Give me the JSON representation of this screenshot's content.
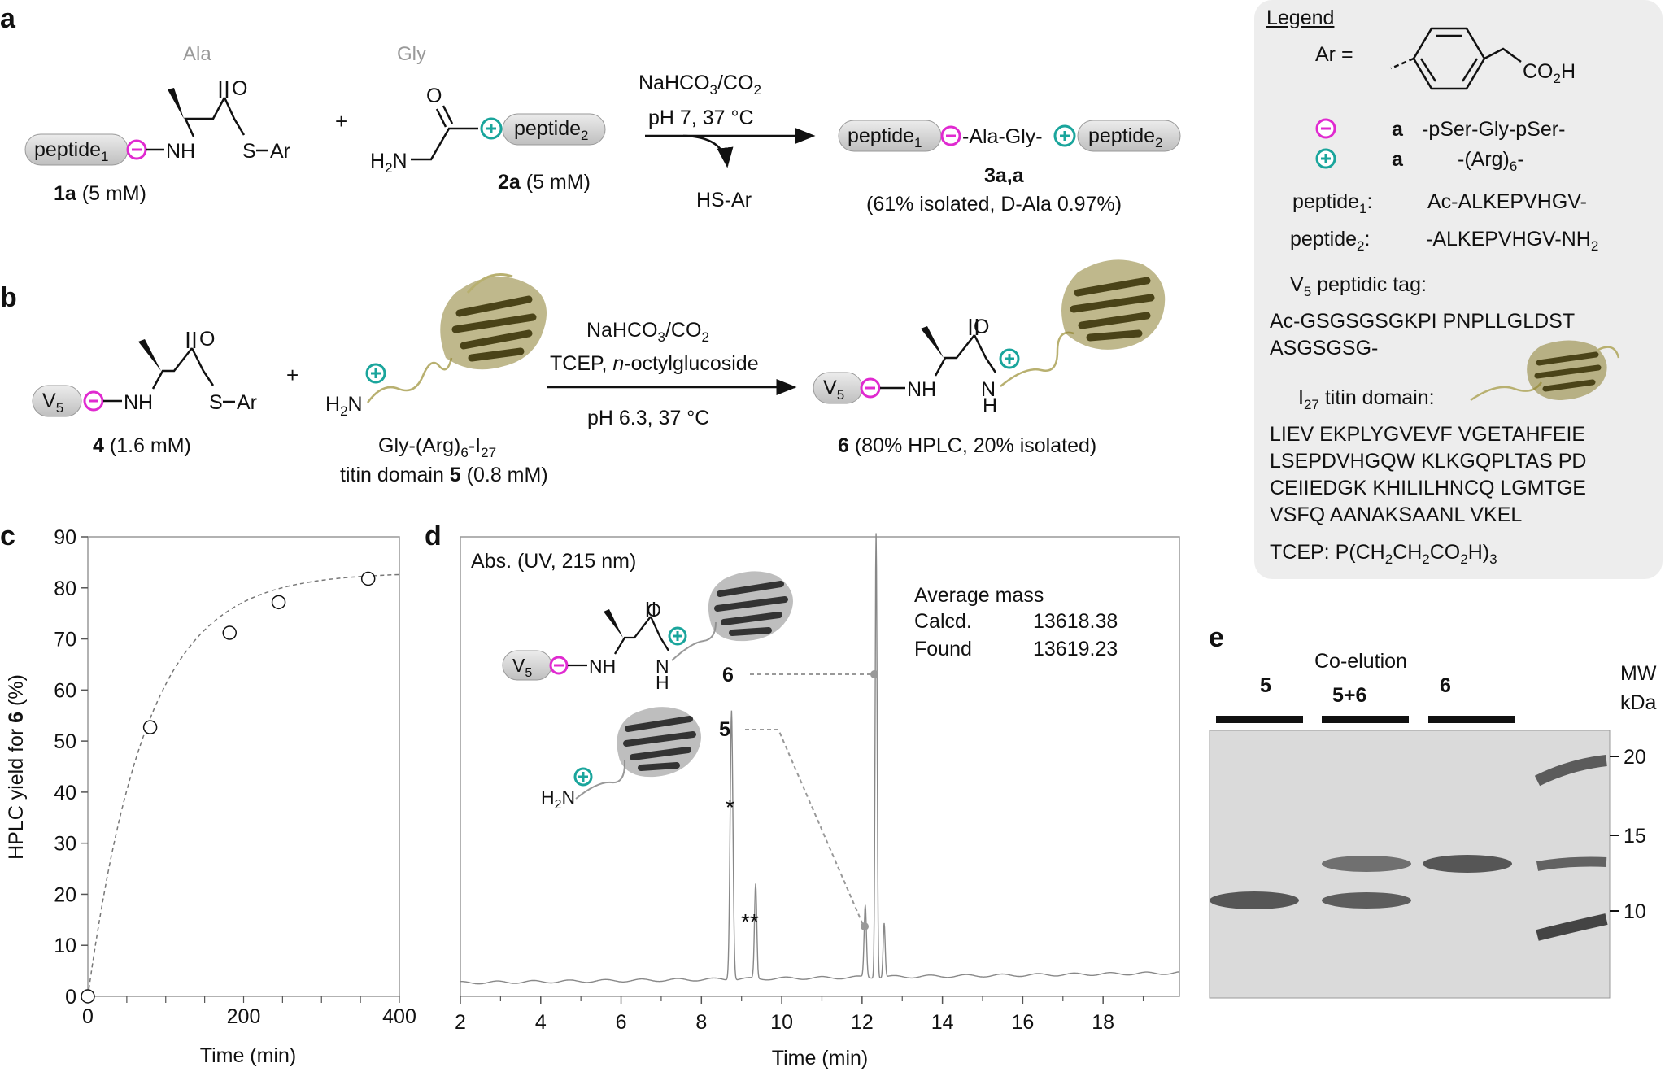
{
  "panels": {
    "a": "a",
    "b": "b",
    "c": "c",
    "d": "d",
    "e": "e"
  },
  "scheme_a": {
    "ala": "Ala",
    "gly": "Gly",
    "peptide1": "peptide",
    "sub1": "1",
    "peptide2": "peptide",
    "sub2": "2",
    "nh": "NH",
    "s_ar": "S",
    "ar": "Ar",
    "o": "O",
    "plus": "+",
    "h2n": "H",
    "h2n_sub": "2",
    "h2n_n": "N",
    "cmpd_1a_bold": "1a",
    "cmpd_1a_rest": " (5 mM)",
    "cmpd_2a_bold": "2a",
    "cmpd_2a_rest": " (5 mM)",
    "cond1_a": "NaHCO",
    "cond1_sub": "3",
    "cond1_b": "/CO",
    "cond1_sub2": "2",
    "cond2": "pH 7, 37 °C",
    "byproduct": "HS-Ar",
    "product_mid": "-Ala-Gly-",
    "product_label": "3a,a",
    "product_yield": "(61% isolated, D-Ala 0.97%)"
  },
  "scheme_b": {
    "v5": "V",
    "v5_sub": "5",
    "nh": "NH",
    "s_ar": "S",
    "ar": "Ar",
    "o": "O",
    "plus": "+",
    "h2n": "H",
    "h2n_sub": "2",
    "h2n_n": "N",
    "cmpd_4_bold": "4",
    "cmpd_4_rest": " (1.6 mM)",
    "cmpd_5_line1_a": "Gly-(Arg)",
    "cmpd_5_line1_sub1": "6",
    "cmpd_5_line1_b": "-I",
    "cmpd_5_line1_sub2": "27",
    "cmpd_5_line2_a": "titin domain ",
    "cmpd_5_line2_bold": "5",
    "cmpd_5_line2_rest": " (0.8 mM)",
    "cond1_a": "NaHCO",
    "cond1_sub": "3",
    "cond1_b": "/CO",
    "cond1_sub2": "2",
    "cond2_a": "TCEP, ",
    "cond2_italic": "n",
    "cond2_b": "-octylglucoside",
    "cond3": "pH 6.3, 37 °C",
    "h": "H",
    "product_bold": "6",
    "product_rest": " (80% HPLC, 20% isolated)"
  },
  "legend": {
    "title": "Legend",
    "ar_eq": "Ar =",
    "co2h": "CO",
    "co2h_sub": "2",
    "co2h_h": "H",
    "neg_a": "a",
    "neg_seq": "-pSer-Gly-pSer-",
    "pos_a": "a",
    "pos_seq_a": "-(Arg)",
    "pos_seq_sub": "6",
    "pos_seq_b": "-",
    "pep1_label": "peptide",
    "pep1_sub": "1",
    "pep1_colon": ":",
    "pep1_seq": "Ac-ALKEPVHGV-",
    "pep2_label": "peptide",
    "pep2_sub": "2",
    "pep2_colon": ":",
    "pep2_seq": "-ALKEPVHGV-NH",
    "pep2_seq_sub": "2",
    "v5_label_a": "V",
    "v5_label_sub": "5",
    "v5_label_b": " peptidic tag:",
    "v5_seq1": "Ac-GSGSGSGKPI PNPLLGLDST",
    "v5_seq2": "ASGSGSG-",
    "i27_label_a": "I",
    "i27_label_sub": "27",
    "i27_label_b": " titin domain:",
    "i27_seq1": "LIEV EKPLYGVEVF VGETAHFEIE",
    "i27_seq2": "LSEPDVHGQW KLKGQPLTAS  PD",
    "i27_seq3": "CEIIEDGK KHILILHNCQ LGMTGE",
    "i27_seq4": "VSFQ AANAKSAANL VKEL",
    "tcep_a": "TCEP: P(CH",
    "tcep_s1": "2",
    "tcep_b": "CH",
    "tcep_s2": "2",
    "tcep_c": "CO",
    "tcep_s3": "2",
    "tcep_d": "H)",
    "tcep_s4": "3"
  },
  "panel_c": {
    "ylabel_a": "HPLC yield for ",
    "ylabel_bold": "6",
    "ylabel_b": " (%)",
    "xlabel": "Time (min)"
  },
  "panel_d": {
    "axis_title": "Abs. (UV, 215 nm)",
    "xlabel": "Time (min)",
    "mass_title": "Average mass",
    "calcd_label": "Calcd.",
    "calcd_value": "13618.38",
    "found_label": "Found",
    "found_value": "13619.23",
    "peak6_label": "6",
    "peak5_label": "5",
    "star1": "*",
    "star2": "**",
    "v5": "V",
    "v5_sub": "5",
    "nh": "NH",
    "o": "O",
    "n_lower": "N",
    "h_lower": "H",
    "h2n": "H",
    "h2n_sub": "2",
    "h2n_n": "N"
  },
  "panel_e": {
    "coelution": "Co-elution",
    "lane1": "5",
    "lane2": "5+6",
    "lane3": "6",
    "mw1": "MW",
    "mw2": "kDa",
    "markers": [
      "20",
      "15",
      "10"
    ]
  },
  "colors": {
    "negative": "#e02ad0",
    "positive": "#1aa59c",
    "tag_fill": "#d4d4d4",
    "legend_bg": "#ededed",
    "protein_color": "#6e6422",
    "protein_dark": "#3a3a3a"
  },
  "chart_data": [
    {
      "type": "scatter",
      "title": "",
      "xlabel": "Time (min)",
      "ylabel": "HPLC yield for 6 (%)",
      "xlim": [
        0,
        400
      ],
      "ylim": [
        0,
        90
      ],
      "xticks": [
        0,
        200,
        400
      ],
      "yticks": [
        0,
        10,
        20,
        30,
        40,
        50,
        60,
        70,
        80,
        90
      ],
      "series": [
        {
          "values": [
            [
              0,
              0
            ],
            [
              80,
              52.7
            ],
            [
              182,
              71.2
            ],
            [
              245,
              77.2
            ],
            [
              360,
              81.8
            ]
          ]
        }
      ],
      "fit": "dashed exponential curve"
    },
    {
      "type": "line",
      "title": "Abs. (UV, 215 nm)",
      "xlabel": "Time (min)",
      "ylabel": "",
      "xlim": [
        2,
        19.9
      ],
      "xticks": [
        2,
        4,
        6,
        8,
        10,
        12,
        14,
        16,
        18
      ],
      "peaks": [
        {
          "x": 8.75,
          "label": "*"
        },
        {
          "x": 9.35,
          "label": "**"
        },
        {
          "x": 12.1,
          "label": "5"
        },
        {
          "x": 12.35,
          "label": "6"
        }
      ]
    }
  ]
}
